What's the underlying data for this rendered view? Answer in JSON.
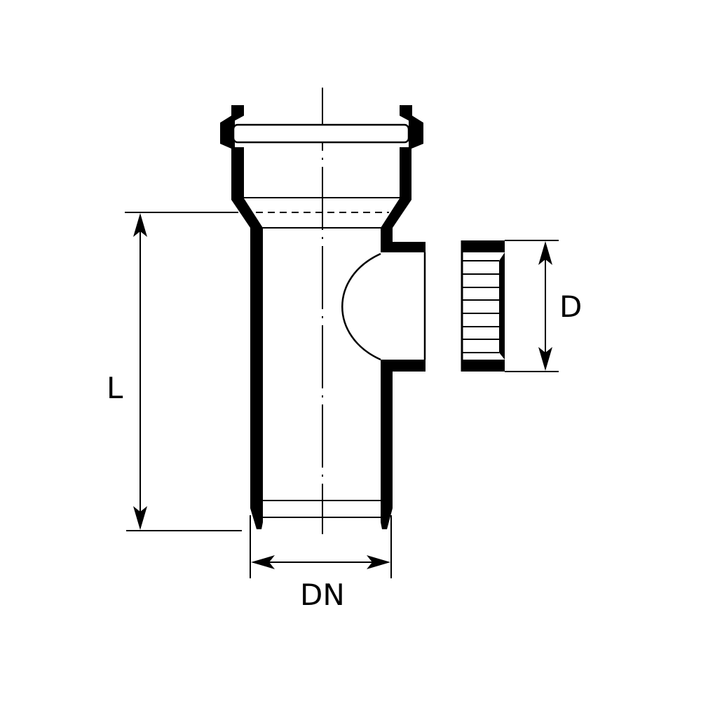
{
  "labels": {
    "length": "L",
    "nominal_diameter": "DN",
    "branch_diameter": "D"
  },
  "colors": {
    "stroke": "#000000",
    "background": "#ffffff"
  }
}
